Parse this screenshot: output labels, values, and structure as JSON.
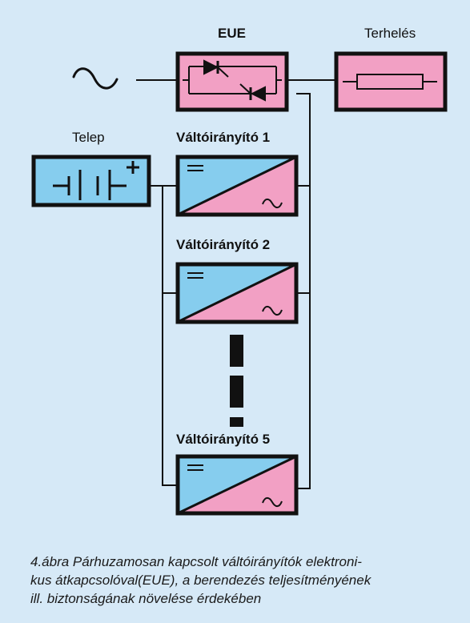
{
  "colors": {
    "background": "#d6e9f7",
    "pink": "#f2a0c4",
    "blue": "#86cdee",
    "line": "#111111"
  },
  "labels": {
    "eue": "EUE",
    "load": "Terhelés",
    "battery": "Telep",
    "inverter1": "Váltóirányító 1",
    "inverter2": "Váltóirányító 2",
    "inverter5": "Váltóirányító 5"
  },
  "symbols": {
    "ac_source": "sine-wave-icon",
    "eue_switch": "thyristor-pair-icon",
    "load": "resistor-icon",
    "battery": "battery-icon",
    "inverter": "dc-ac-converter-icon"
  },
  "caption": {
    "lines": [
      "4.ábra Párhuzamosan kapcsolt váltóirányítók elektroni-",
      "kus átkapcsolóval(EUE), a berendezés teljesítményének",
      "ill. biztonságának növelése érdekében"
    ]
  }
}
